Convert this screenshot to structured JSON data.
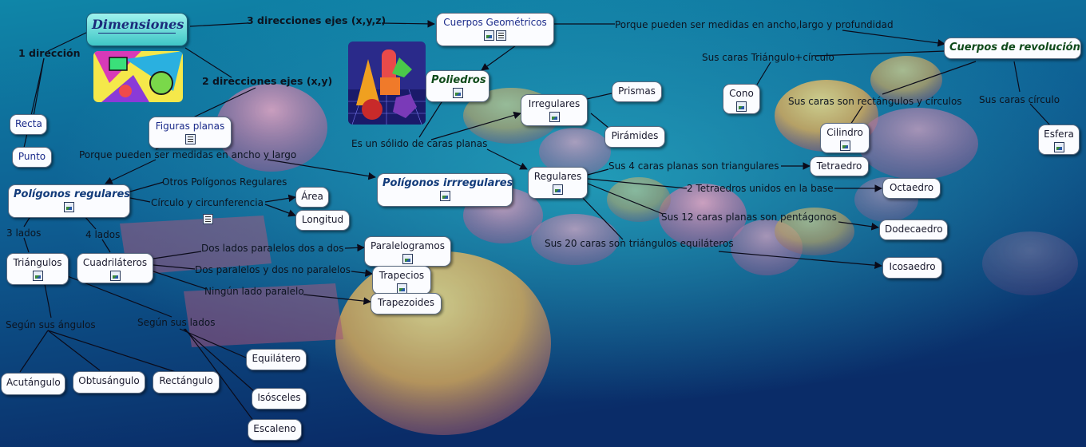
{
  "colors": {
    "bg_top": "#0d7a9e",
    "bg_mid": "#0d4f87",
    "bg_bottom": "#0a2d6a",
    "line": "#0b0b1a"
  },
  "nodes": {
    "dimensiones": "Dimensiones",
    "cuerpos_geometricos": "Cuerpos Geométricos",
    "cuerpos_revolucion": "Cuerpos de revolución",
    "poliedros": "Poliedros",
    "irregulares": "Irregulares",
    "prismas": "Prismas",
    "piramides": "Pirámides",
    "regulares": "Regulares",
    "tetraedro": "Tetraedro",
    "octaedro": "Octaedro",
    "dodecaedro": "Dodecaedro",
    "icosaedro": "Icosaedro",
    "cono": "Cono",
    "cilindro": "Cilindro",
    "esfera": "Esfera",
    "recta": "Recta",
    "punto": "Punto",
    "figuras_planas": "Figuras planas",
    "poligonos_regulares": "Polígonos regulares",
    "poligonos_irregulares": "Polígonos irrregulares",
    "area": "Área",
    "longitud": "Longitud",
    "paralelogramos": "Paralelogramos",
    "trapecios": "Trapecios",
    "trapezoides": "Trapezoides",
    "triangulos": "Triángulos",
    "cuadrilateros": "Cuadriláteros",
    "equilatero": "Equilátero",
    "isosceles": "Isósceles",
    "escaleno": "Escaleno",
    "acutangulo": "Acutángulo",
    "obtusangulo": "Obtusángulo",
    "rectangulo": "Rectángulo"
  },
  "labels": {
    "tres_direcciones": "3 direcciones ejes (x,y,z)",
    "dos_direcciones": "2 direcciones ejes (x,y)",
    "una_direccion": "1 dirección",
    "ancho_largo_prof": "Porque pueden ser medidas en ancho,largo y profundidad",
    "caras_triangulo_circulo": "Sus caras Triángulo+círculo",
    "caras_rect_circ": "Sus caras son rectángulos y círculos",
    "caras_circulo": "Sus caras círculo",
    "solido_caras_planas": "Es un sólido de caras planas",
    "ancho_largo": "Porque pueden ser medidas en ancho y largo",
    "cuatro_caras": "Sus 4 caras planas son triangulares",
    "dos_tetraedros": "2 Tetraedros unidos en la base",
    "doce_caras": "Sus 12 caras planas son pentágonos",
    "veinte_caras": "Sus 20 caras son triángulos equiláteros",
    "otros_poligonos": "Otros Polígonos Regulares",
    "circulo_circ": "Círculo y circunferencia",
    "tres_lados": "3 lados",
    "cuatro_lados": "4 lados",
    "dos_paralelos": "Dos lados paralelos dos a dos",
    "dos_y_dos_no": "Dos paralelos y dos no paralelos",
    "ningun_paralelo": "Ningún lado paralelo",
    "segun_angulos": "Según sus ángulos",
    "segun_lados": "Según sus lados"
  }
}
